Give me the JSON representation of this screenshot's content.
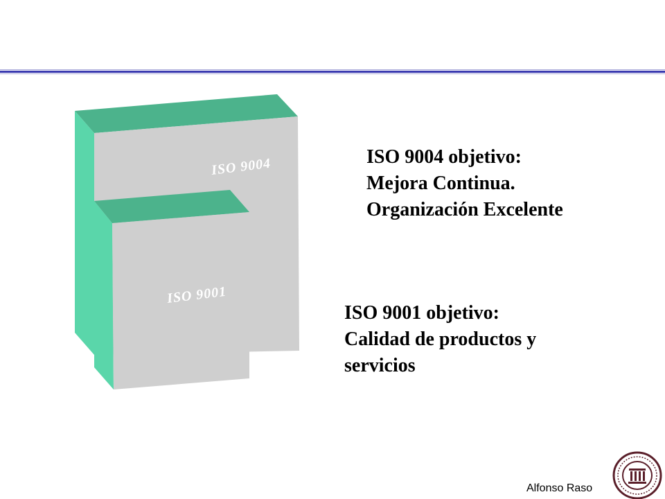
{
  "diagram": {
    "outer_box": {
      "label": "ISO 9004"
    },
    "inner_box": {
      "label": "ISO 9001"
    }
  },
  "iso9004_text": {
    "line1": "ISO 9004 objetivo:",
    "line2": "Mejora Continua.",
    "line3": "Organización Excelente"
  },
  "iso9001_text": {
    "line1": "ISO 9001 objetivo:",
    "line2": "Calidad de productos y",
    "line3": "servicios"
  },
  "footer": {
    "author": "Alfonso Raso"
  },
  "colors": {
    "box_face": "#cfcfcf",
    "box_top": "#4cb38c",
    "box_side": "#5ad6aa",
    "header_rule": "#3a3ab0",
    "seal": "#5a1f2a"
  },
  "icons": {
    "seal": "university-seal-icon"
  }
}
